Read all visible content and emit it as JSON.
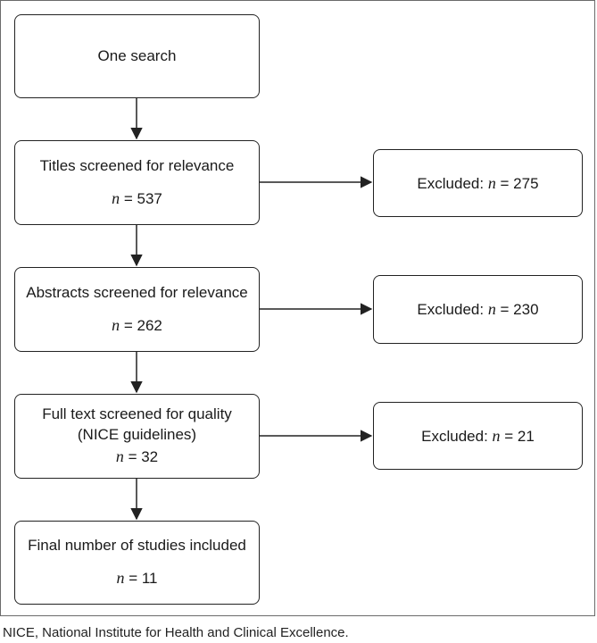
{
  "steps": [
    {
      "label": "One search"
    },
    {
      "label": "Titles screened for relevance",
      "n_prefix": "n",
      "n_value": " = 537"
    },
    {
      "label": "Abstracts screened for relevance",
      "n_prefix": "n",
      "n_value": " = 262"
    },
    {
      "label": "Full text screened for quality",
      "label2": "(NICE guidelines)",
      "n_prefix": "n",
      "n_value": " = 32"
    },
    {
      "label": "Final number of studies included",
      "n_prefix": "n",
      "n_value": " = 11"
    }
  ],
  "exclusions": [
    {
      "label": "Excluded: ",
      "n_prefix": "n",
      "n_value": " = 275"
    },
    {
      "label": "Excluded: ",
      "n_prefix": "n",
      "n_value": " = 230"
    },
    {
      "label": "Excluded: ",
      "n_prefix": "n",
      "n_value": " = 21"
    }
  ],
  "footnote": "NICE, National Institute for Health and Clinical Excellence."
}
